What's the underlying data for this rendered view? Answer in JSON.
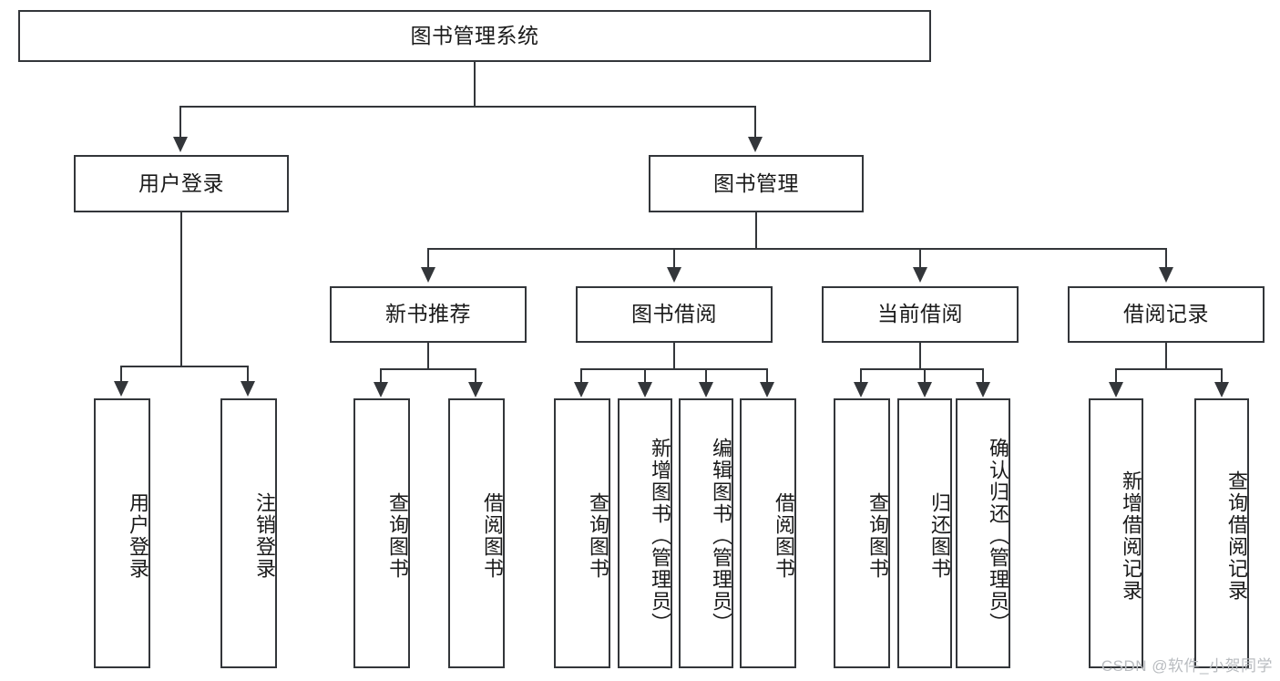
{
  "diagram": {
    "title": "图书管理系统",
    "watermark": "CSDN @软件_小贺同学",
    "line_color": "#33363a",
    "box_fill": "#ffffff",
    "text_color": "#1a1a1a",
    "watermark_color": "#b9bcc0",
    "levels": {
      "level1": [
        "图书管理系统"
      ],
      "level2": [
        "用户登录",
        "图书管理"
      ],
      "level3": [
        "新书推荐",
        "图书借阅",
        "当前借阅",
        "借阅记录"
      ],
      "level4": [
        "用户登录",
        "注销登录",
        "查询图书",
        "借阅图书",
        "查询图书",
        "新增图书（管理员）",
        "编辑图书（管理员）",
        "借阅图书",
        "查询图书",
        "归还图书",
        "确认归还（管理员）",
        "新增借阅记录",
        "查询借阅记录"
      ]
    },
    "nodes": {
      "root": "图书管理系统",
      "user_login": "用户登录",
      "book_mgmt": "图书管理",
      "new_book_rec": "新书推荐",
      "book_borrow": "图书借阅",
      "current_borrow": "当前借阅",
      "borrow_record": "借阅记录",
      "leaf_user_login": "用户登录",
      "leaf_logout": "注销登录",
      "leaf_query_book_1": "查询图书",
      "leaf_borrow_book_1": "借阅图书",
      "leaf_query_book_2": "查询图书",
      "leaf_add_book": "新增图书（管理员）",
      "leaf_edit_book": "编辑图书（管理员）",
      "leaf_borrow_book_2": "借阅图书",
      "leaf_query_book_3": "查询图书",
      "leaf_return_book": "归还图书",
      "leaf_confirm_return": "确认归还（管理员）",
      "leaf_add_record": "新增借阅记录",
      "leaf_query_record": "查询借阅记录"
    }
  }
}
